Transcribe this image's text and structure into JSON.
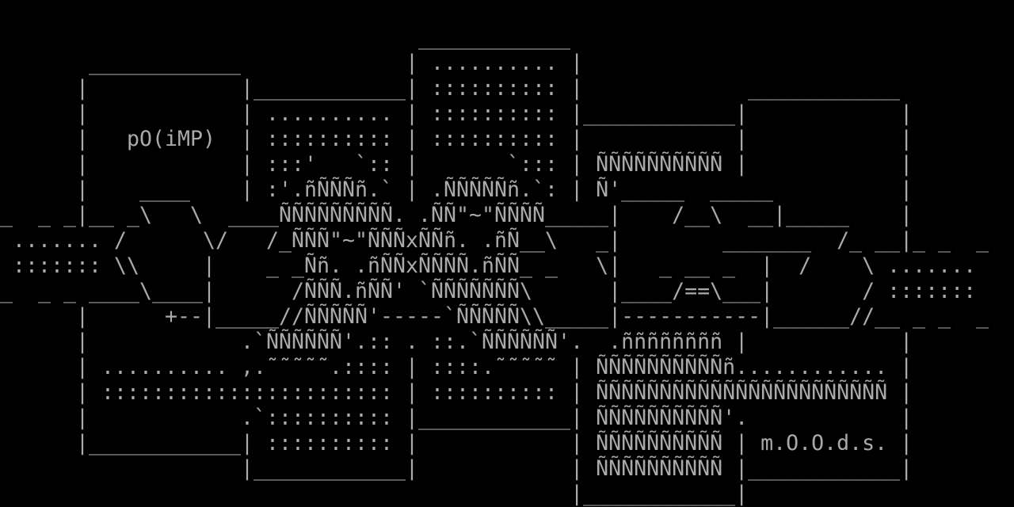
{
  "art": {
    "title_left": "pO(iMP)",
    "title_right": "m.O.O.d.s.",
    "foreground_color": "#aaaaaa",
    "background_color": "#000000",
    "rows": [
      "",
      "                                 ____________",
      "       ____________             | .......... |",
      "      |            |____________| :::::::::: |             ____________",
      "      |            | .......... | :::::::::: |____________|            |",
      "      |   pO(iMP)  | :::::::::: | :::::::::: |            |            |",
      "      |            | :::'   `:: |       `::: | ÑÑÑÑÑÑÑÑÑÑ |            |",
      "      |    ____    | :'.ñÑÑÑñ.` | .ÑÑÑÑÑñ.`: | Ñ'_____  _____          |",
      "_  _ _|__ _\\   \\  ____ÑÑÑÑÑÑÑÑÑ. .ÑÑ\"~\"ÑÑÑÑ_____|    /__\\  __|_____    |",
      " ....... /      \\/   /_ÑÑÑ\"~\"ÑÑÑxÑÑñ. .ñÑ__\\   _|        _______  /_ __|_ _  _",
      " ::::::: \\\\     |    _ _Ññ. .ñÑÑxÑÑÑÑ.ñÑÑ_ _   \\|   _ __ _  |  /    \\ .......",
      "_  _ _ ____\\____|      /ÑÑÑ.ñÑÑ' `ÑÑÑÑÑÑÑ\\      |____/==\\___|       / :::::::",
      "      |      +--|_____//ÑÑÑÑÑ'-----`ÑÑÑÑÑ\\\\_____|-----------|______//__ _ _  _",
      "      |            .`ÑÑÑÑÑÑ'.:: . ::.`ÑÑÑÑÑÑ'.  .ññññññññ |            |",
      "      | .......... ,.˜˜˜˜˜.:::: | ::::.˜˜˜˜˜ | ÑÑÑÑÑÑÑÑÑÑñ............ |",
      "      | ::::::::::::::::::::::: | :::::::::: | ÑÑÑÑÑÑÑÑÑÑÑÑÑÑÑÑÑÑÑÑÑÑÑ |",
      "      |            .`:::::::::: |____________| ÑÑÑÑÑÑÑÑÑÑ'.            |",
      "      |____________| :::::::::: |            | ÑÑÑÑÑÑÑÑÑÑ | m.O.O.d.s. |",
      "                   |____________|            | ÑÑÑÑÑÑÑÑÑÑ |____________|",
      "                                             |____________|"
    ]
  }
}
